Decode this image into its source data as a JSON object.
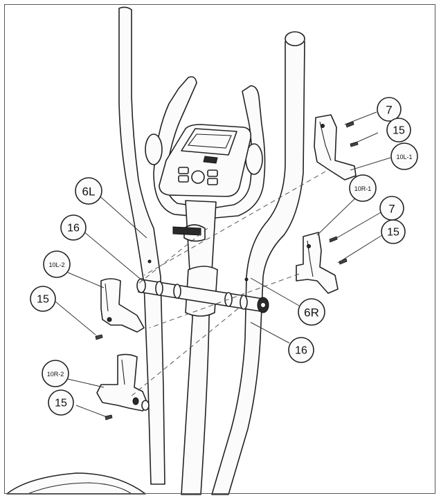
{
  "callouts": {
    "c7_top": "7",
    "c15_top": "15",
    "c10L1": "10L-1",
    "c10R1": "10R-1",
    "c7_mid": "7",
    "c15_right": "15",
    "c6L": "6L",
    "c16_left": "16",
    "c10L2": "10L-2",
    "c15_left": "15",
    "c6R": "6R",
    "c16_bottom": "16",
    "c10R2": "10R-2",
    "c15_bottom": "15"
  }
}
